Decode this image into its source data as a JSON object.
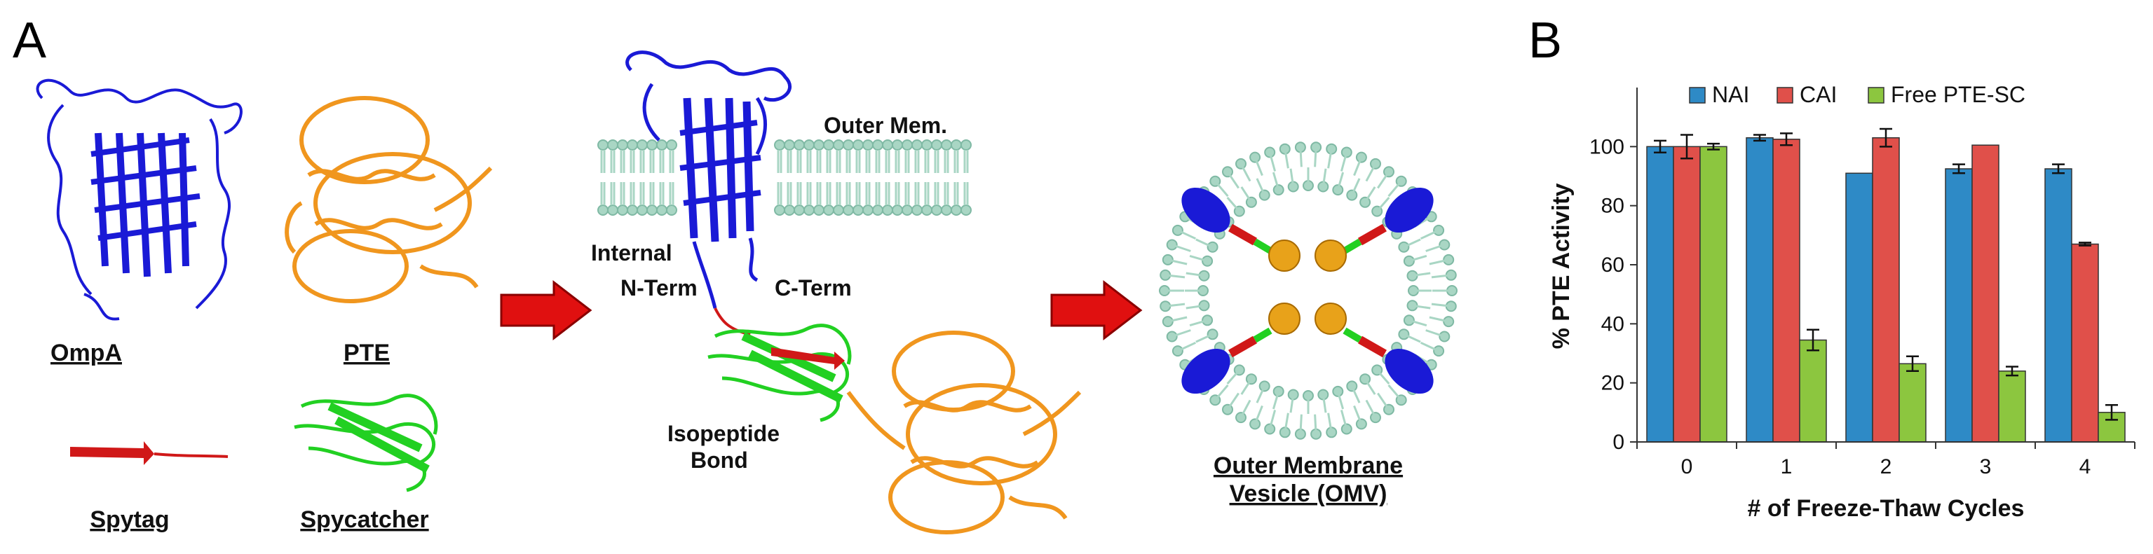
{
  "panel_a": {
    "letter": "A",
    "labels": {
      "ompa": "OmpA",
      "pte": "PTE",
      "spytag": "Spytag",
      "spycatcher": "Spycatcher",
      "outer_mem": "Outer Mem.",
      "internal": "Internal",
      "n_term": "N-Term",
      "c_term": "C-Term",
      "isopeptide_line1": "Isopeptide",
      "isopeptide_line2": "Bond",
      "omv_line1": "Outer Membrane",
      "omv_line2": "Vesicle (OMV)"
    },
    "colors": {
      "ompa": "#1a1ad6",
      "pte": "#f0961e",
      "spytag": "#d01818",
      "spycatcher": "#22d022",
      "membrane": "#a9d6c4",
      "arrow": "#e01010",
      "bead": "#e8a21a"
    }
  },
  "panel_b": {
    "letter": "B"
  },
  "chart_data": {
    "type": "bar",
    "categories": [
      "0",
      "1",
      "2",
      "3",
      "4"
    ],
    "series": [
      {
        "name": "NAI",
        "color": "#2e8ac6",
        "values": [
          100,
          103,
          91,
          92.5,
          92.5
        ],
        "errors": [
          2,
          1,
          0,
          1.5,
          1.5
        ]
      },
      {
        "name": "CAI",
        "color": "#e0504a",
        "values": [
          100,
          102.5,
          103,
          100.5,
          67
        ],
        "errors": [
          4,
          2,
          3,
          0,
          0.5
        ]
      },
      {
        "name": "Free PTE-SC",
        "color": "#8cc63f",
        "values": [
          100,
          34.5,
          26.5,
          24,
          10
        ],
        "errors": [
          1,
          3.5,
          2.5,
          1.5,
          2.5
        ]
      }
    ],
    "xlabel": "# of Freeze-Thaw Cycles",
    "ylabel": "% PTE Activity",
    "ylim": [
      0,
      120
    ],
    "yticks": [
      0,
      20,
      40,
      60,
      80,
      100
    ],
    "legend_position": "top"
  }
}
